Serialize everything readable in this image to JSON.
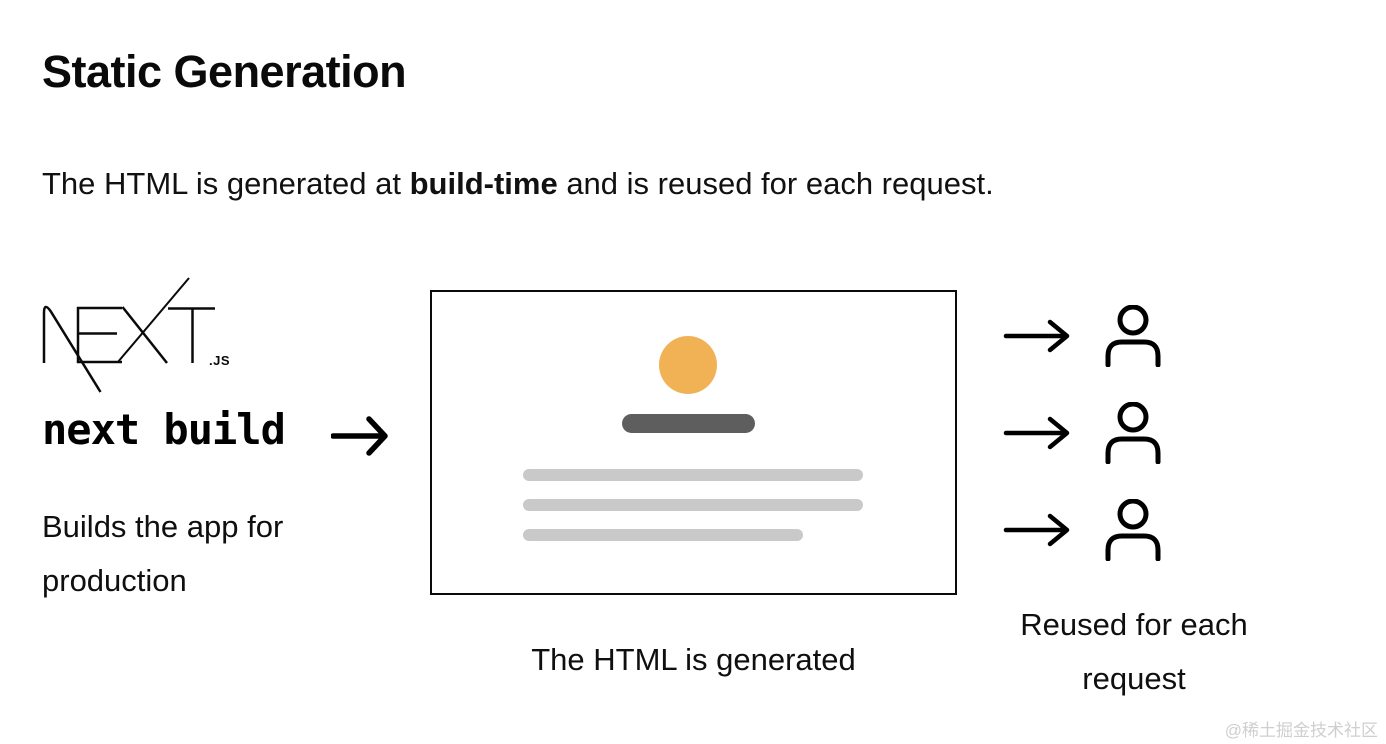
{
  "title": "Static Generation",
  "subtitle": {
    "pre": "The HTML is generated at ",
    "bold": "build-time",
    "post": " and is reused for each request."
  },
  "build_step": {
    "logo_text": "NEXT",
    "logo_suffix": ".JS",
    "command": "next build",
    "caption": "Builds the app for production"
  },
  "generated_page": {
    "caption": "The HTML is generated",
    "placeholder_colors": {
      "image_circle": "#F1B255",
      "heading_bar": "#5E5E5E",
      "text_lines": "#C9C9C9",
      "box_border": "#0a0a0a"
    }
  },
  "requests": {
    "caption": "Reused for each request",
    "count": 3
  },
  "watermark": "@稀土掘金技术社区"
}
